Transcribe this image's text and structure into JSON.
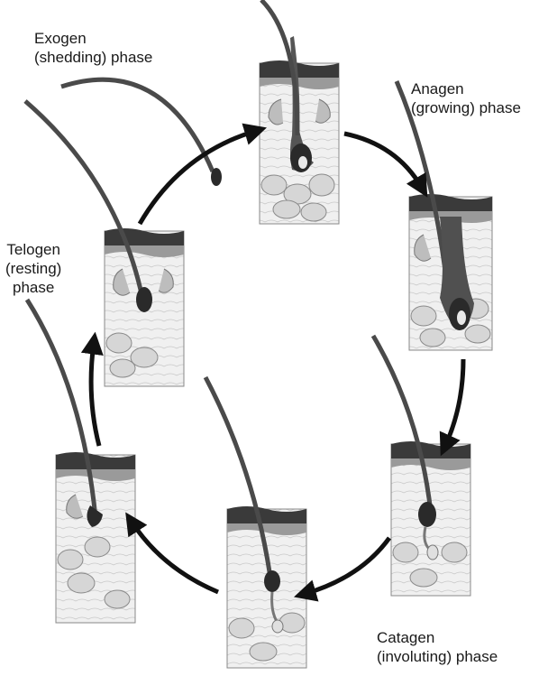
{
  "diagram": {
    "phases": [
      {
        "id": "exogen",
        "line1": "Exogen",
        "line2": "(shedding) phase"
      },
      {
        "id": "anagen",
        "line1": "Anagen",
        "line2": "(growing) phase"
      },
      {
        "id": "catagen",
        "line1": "Catagen",
        "line2": "(involuting) phase"
      },
      {
        "id": "telogen",
        "line1": "Telogen",
        "line2": "(resting)",
        "line3": "phase"
      }
    ],
    "colors": {
      "skin_surface": "#3a3a3a",
      "epidermis": "#9a9a9a",
      "dermis": "#ececec",
      "fat_cells": "#d6d6d6",
      "hair_shaft": "#4a4a4a",
      "arrow": "#111111"
    }
  }
}
